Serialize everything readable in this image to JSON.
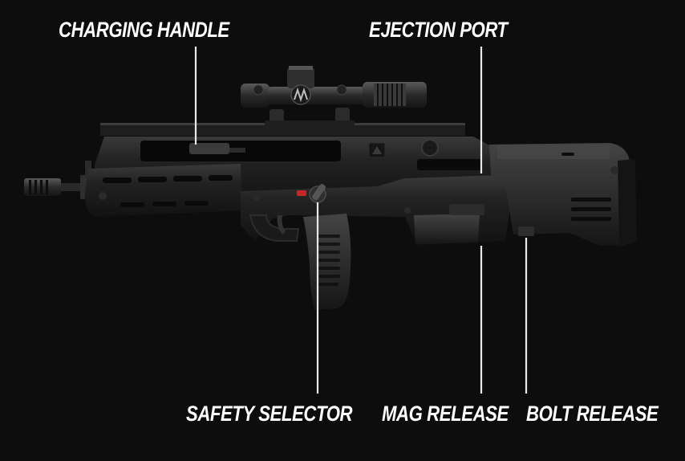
{
  "colors": {
    "background": "#0d0d0d",
    "label_text": "#ffffff",
    "callout_line": "#e8e8e8",
    "rifle_body": "#1c1c1c",
    "rifle_highlight": "#3a3a3a",
    "marking_red": "#c62828"
  },
  "labels": {
    "charging_handle": "CHARGING HANDLE",
    "ejection_port": "EJECTION PORT",
    "safety_selector": "SAFETY SELECTOR",
    "mag_release": "MAG RELEASE",
    "bolt_release": "BOLT RELEASE"
  },
  "icons": {
    "scope_logo": "nf-logo-icon",
    "receiver_logo": "receiver-logo-icon"
  }
}
